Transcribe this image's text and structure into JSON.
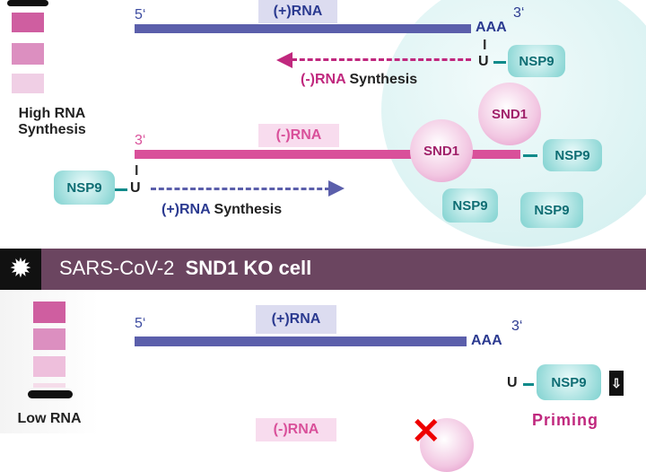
{
  "top": {
    "high_label_1": "High RNA",
    "high_label_2": "Synthesis",
    "five": "5‘",
    "three": "3‘",
    "plus_rna": "(+)RNA",
    "minus_rna": "(-)RNA",
    "aaa": "AAA",
    "u": "U",
    "i": "I",
    "nsp9": "NSP9",
    "snd1": "SND1",
    "minus_synth_a": "(-)RNA",
    "minus_synth_b": " Synthesis",
    "plus_synth_a": "(+)RNA",
    "plus_synth_b": " Synthesis"
  },
  "header": {
    "virus": "SARS-CoV-2",
    "condition": "SND1 KO cell"
  },
  "bottom": {
    "low_label": "Low RNA",
    "five": "5‘",
    "three": "3‘",
    "plus_rna": "(+)RNA",
    "minus_rna": "(-)RNA",
    "aaa": "AAA",
    "u": "U",
    "nsp9": "NSP9",
    "priming": "Priming"
  },
  "colors": {
    "plus": "#5b5fab",
    "minus": "#d9509a",
    "header": "#6b4560"
  }
}
